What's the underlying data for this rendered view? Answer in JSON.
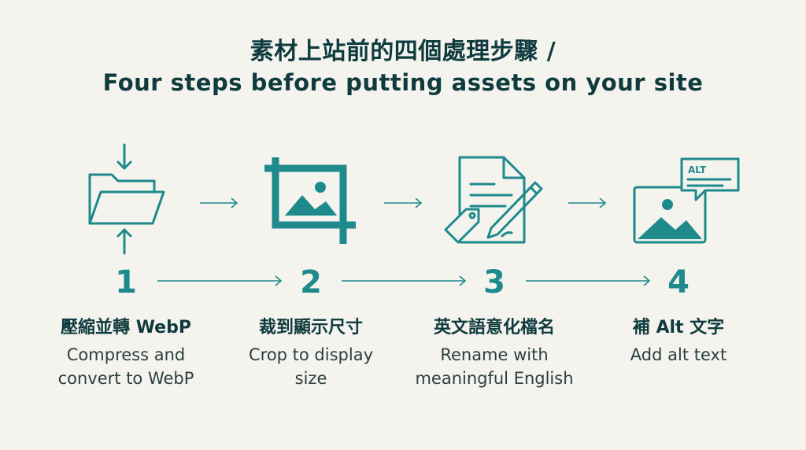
{
  "title": {
    "zh": "素材上站前的四個處理步驟 /",
    "en": "Four steps before putting assets on your site"
  },
  "colors": {
    "accent": "#1e8a8c",
    "dark": "#0f3b3f",
    "background": "#f4f3ee"
  },
  "steps": [
    {
      "number": "1",
      "zh": "壓縮並轉 WebP",
      "en_line1": "Compress and",
      "en_line2": "convert to WebP",
      "icon": "compress-folder-icon"
    },
    {
      "number": "2",
      "zh": "裁到顯示尺寸",
      "en_line1": "Crop to display",
      "en_line2": "size",
      "icon": "crop-image-icon"
    },
    {
      "number": "3",
      "zh": "英文語意化檔名",
      "en_line1": "Rename with",
      "en_line2": "meaningful English",
      "icon": "rename-document-icon"
    },
    {
      "number": "4",
      "zh": "補 Alt 文字",
      "en_line1": "Add alt text",
      "en_line2": "",
      "icon": "alt-text-image-icon"
    }
  ],
  "alt_badge": "ALT"
}
